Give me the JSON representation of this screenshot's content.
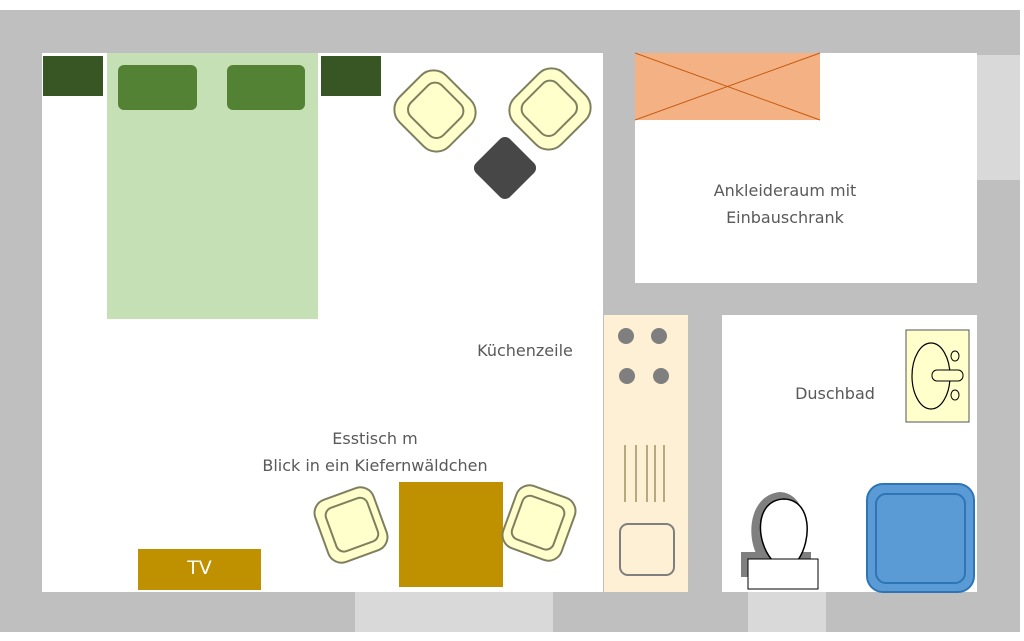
{
  "rooms": {
    "wardrobe_room": {
      "line1": "Ankleideraum mit",
      "line2": "Einbauschrank"
    },
    "kitchen": "Küchenzeile",
    "dining": {
      "line1": "Esstisch m",
      "line2": "Blick in ein Kiefernwäldchen"
    },
    "bathroom": "Duschbad",
    "tv": "TV"
  },
  "colors": {
    "wall": "#bfbfbf",
    "bed": "#c5e0b4",
    "pillow": "#548235",
    "nightstand": "#375623",
    "wardrobe": "#f4b183",
    "table": "#bf9000",
    "counter": "#fdf0d5",
    "shower": "#5b9bd5"
  }
}
